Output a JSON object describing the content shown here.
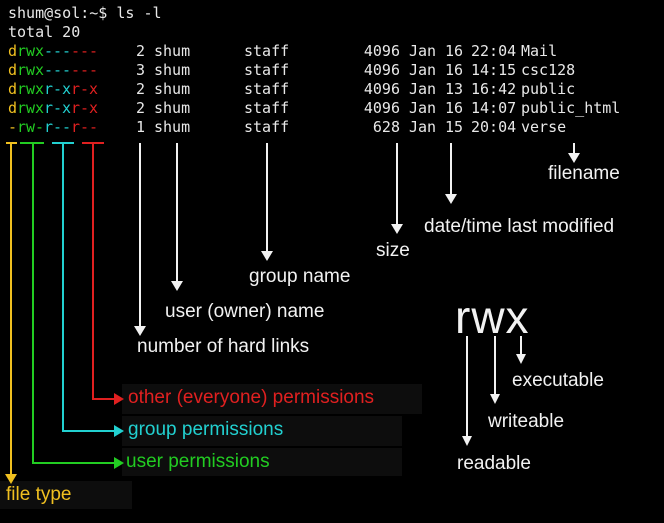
{
  "terminal": {
    "prompt": "shum@sol:~$ ls -l",
    "total": "total 20",
    "rows": [
      {
        "type": "d",
        "user": "rwx",
        "group": "---",
        "other": "---",
        "links": "2",
        "owner": "shum",
        "grp": "staff",
        "size": "4096",
        "month": "Jan",
        "day": "16",
        "time": "22:04",
        "name": "Mail"
      },
      {
        "type": "d",
        "user": "rwx",
        "group": "---",
        "other": "---",
        "links": "3",
        "owner": "shum",
        "grp": "staff",
        "size": "4096",
        "month": "Jan",
        "day": "16",
        "time": "14:15",
        "name": "csc128"
      },
      {
        "type": "d",
        "user": "rwx",
        "group": "r-x",
        "other": "r-x",
        "links": "2",
        "owner": "shum",
        "grp": "staff",
        "size": "4096",
        "month": "Jan",
        "day": "13",
        "time": "16:42",
        "name": "public"
      },
      {
        "type": "d",
        "user": "rwx",
        "group": "r-x",
        "other": "r-x",
        "links": "2",
        "owner": "shum",
        "grp": "staff",
        "size": "4096",
        "month": "Jan",
        "day": "16",
        "time": "14:07",
        "name": "public_html"
      },
      {
        "type": "-",
        "user": "rw-",
        "group": "r--",
        "other": "r--",
        "links": "1",
        "owner": "shum",
        "grp": "staff",
        "size": "628",
        "month": "Jan",
        "day": "15",
        "time": "20:04",
        "name": "verse"
      }
    ]
  },
  "labels": {
    "filename": "filename",
    "date": "date/time last modified",
    "size": "size",
    "group_name": "group name",
    "owner": "user (owner) name",
    "links": "number of hard links",
    "other_perm": "other (everyone) permissions",
    "group_perm": "group permissions",
    "user_perm": "user permissions",
    "file_type": "file type"
  },
  "rwx": {
    "letters": "rwx",
    "executable": "executable",
    "writeable": "writeable",
    "readable": "readable"
  },
  "colors": {
    "type": "#f0c020",
    "user": "#22cc22",
    "group": "#22d0d0",
    "other": "#e02020",
    "text": "#f2f2f2",
    "terminal": "#e8e8e8"
  }
}
